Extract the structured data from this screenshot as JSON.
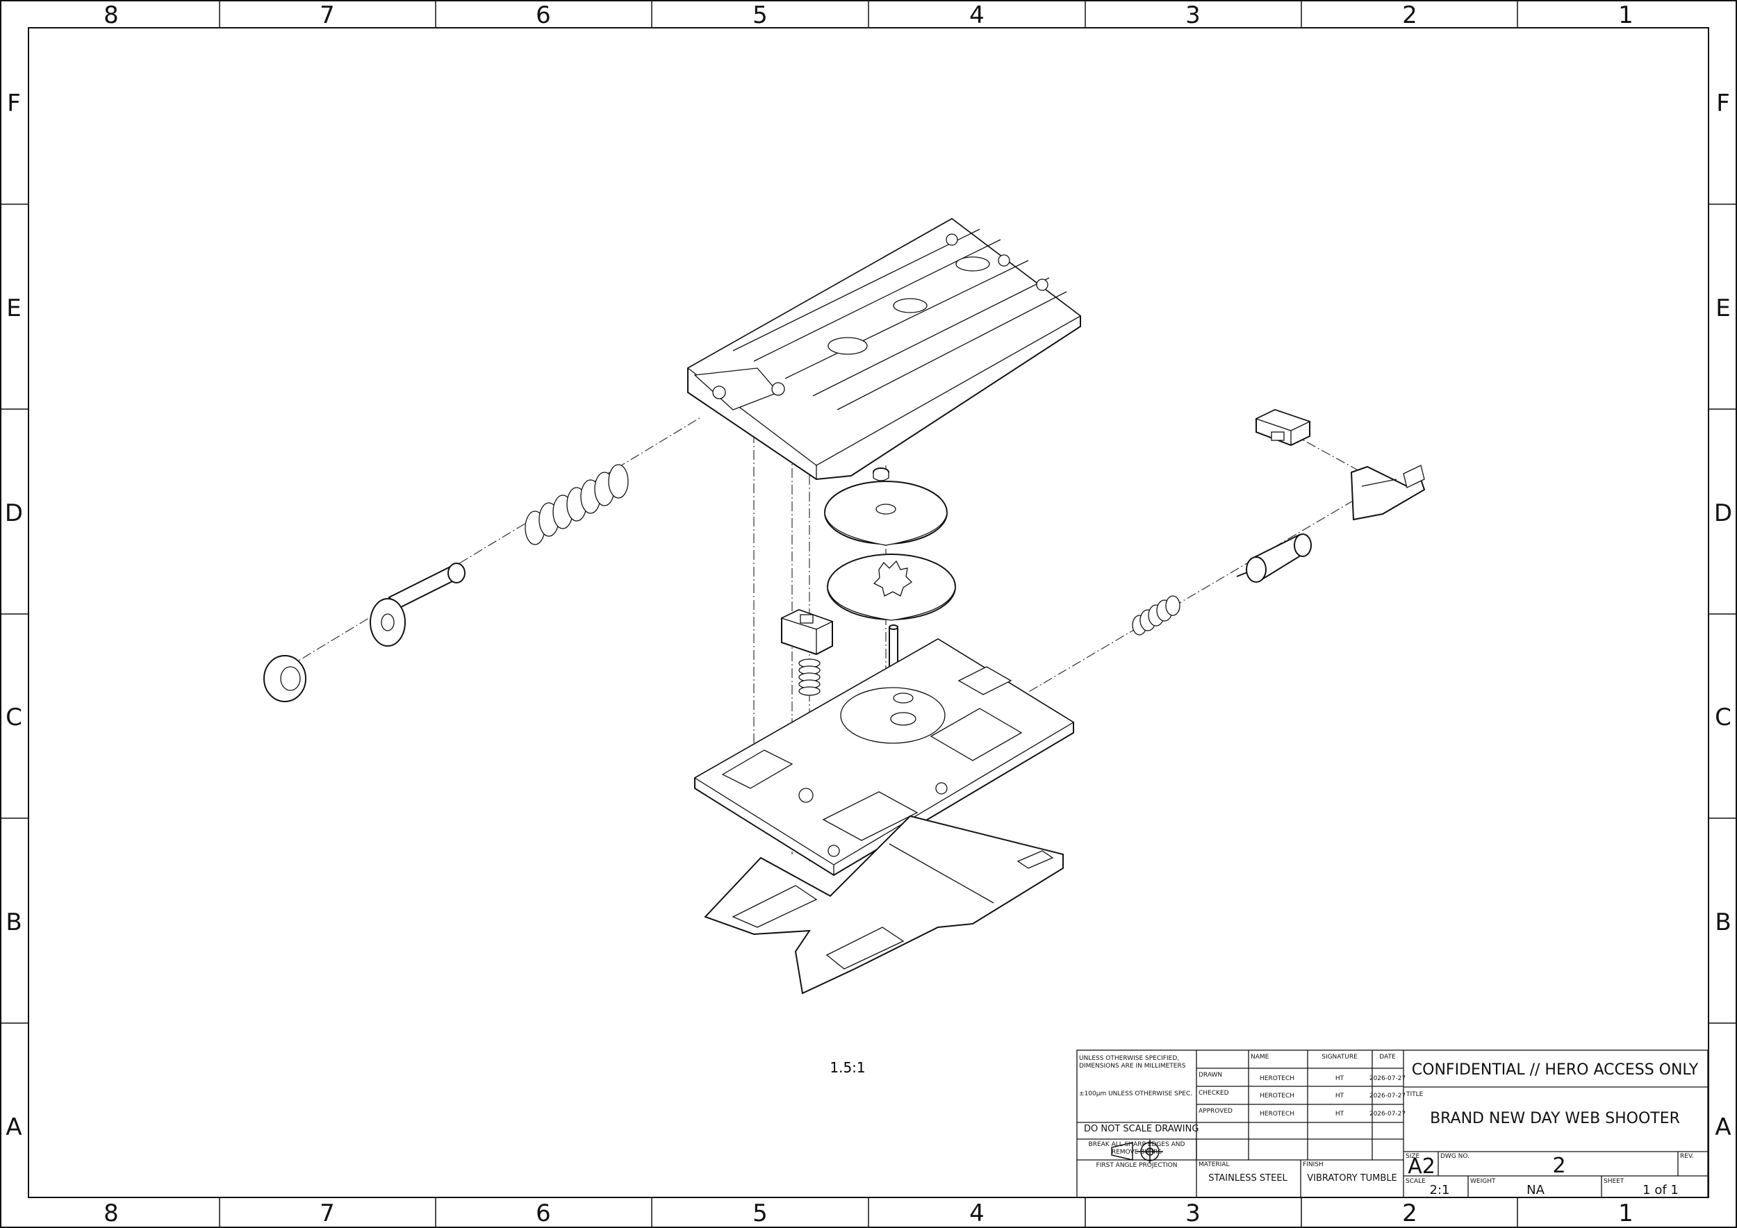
{
  "zones": {
    "columns": [
      "8",
      "7",
      "6",
      "5",
      "4",
      "3",
      "2",
      "1"
    ],
    "rows": [
      "F",
      "E",
      "D",
      "C",
      "B",
      "A"
    ]
  },
  "view": {
    "scale_label": "1.5:1"
  },
  "title_block": {
    "tolerance_note": {
      "line1": "UNLESS OTHERWISE SPECIFIED,",
      "line2": "DIMENSIONS ARE IN MILLIMETERS",
      "tolerance": "±100μm UNLESS OTHERWISE SPEC."
    },
    "do_not_scale": "DO NOT SCALE DRAWING",
    "burrs": {
      "line1": "BREAK ALL SHARP EDGES AND",
      "line2": "REMOVE BURRS"
    },
    "projection": "FIRST ANGLE PROJECTION",
    "headers": {
      "name": "NAME",
      "signature": "SIGNATURE",
      "date": "DATE"
    },
    "rows": [
      {
        "role": "DRAWN",
        "name": "HEROTECH",
        "signature": "HT",
        "date": "2026-07-27"
      },
      {
        "role": "CHECKED",
        "name": "HEROTECH",
        "signature": "HT",
        "date": "2026-07-27"
      },
      {
        "role": "APPROVED",
        "name": "HEROTECH",
        "signature": "HT",
        "date": "2026-07-27"
      }
    ],
    "material": {
      "label": "MATERIAL",
      "value": "STAINLESS STEEL"
    },
    "finish": {
      "label": "FINISH",
      "value": "VIBRATORY TUMBLE"
    },
    "confidential": "CONFIDENTIAL // HERO ACCESS ONLY",
    "title": {
      "label": "TITLE",
      "value": "BRAND NEW DAY WEB SHOOTER"
    },
    "size": {
      "label": "SIZE",
      "value": "A2"
    },
    "dwg_no": {
      "label": "DWG NO.",
      "value": "2"
    },
    "rev": {
      "label": "REV."
    },
    "scale": {
      "label": "SCALE",
      "value": "2:1"
    },
    "weight": {
      "label": "WEIGHT",
      "value": "NA"
    },
    "sheet": {
      "label": "SHEET",
      "value": "1 of 1"
    }
  }
}
